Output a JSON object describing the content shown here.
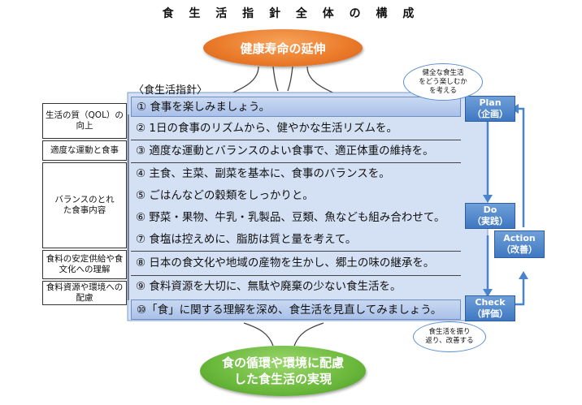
{
  "title": "食 生 活 指 針 全 体 の 構 成",
  "top_goal": "健康寿命の延伸",
  "bottom_goal": [
    "食の循環や環境に配慮",
    "した食生活の実現"
  ],
  "section_label": "〈食生活指針〉",
  "categories": [
    "生活の質（QOL）の向上",
    "適度な運動と食事",
    "バランスのとれた食事内容",
    "食料の安定供給や食文化への理解",
    "食料資源や環境への配慮"
  ],
  "guidelines": [
    "① 食事を楽しみましょう。",
    "② 1日の食事のリズムから、健やかな生活リズムを。",
    "③ 適度な運動とバランスのよい食事で、適正体重の維持を。",
    "④ 主食、主菜、副菜を基本に、食事のバランスを。",
    "⑤ ごはんなどの穀類をしっかりと。",
    "⑥ 野菜・果物、牛乳・乳製品、豆類、魚なども組み合わせて。",
    "⑦ 食塩は控えめに、脂肪は質と量を考えて。",
    "⑧ 日本の食文化や地域の産物を生かし、郷土の味の継承を。",
    "⑨ 食料資源を大切に、無駄や廃棄の少ない食生活を。",
    "⑩「食」に関する理解を深め、食生活を見直してみましょう。"
  ],
  "cycle": {
    "plan": {
      "en": "Plan",
      "ja": "（企画）"
    },
    "do": {
      "en": "Do",
      "ja": "（実践）"
    },
    "check": {
      "en": "Check",
      "ja": "（評価）"
    },
    "action": {
      "en": "Action",
      "ja": "（改善）"
    }
  },
  "bubble_top": [
    "健全な食生活",
    "をどう楽しむか",
    "を考える"
  ],
  "bubble_bottom": [
    "食生活を振り",
    "返り、改善する"
  ],
  "colors": {
    "orange": "#ea7a2a",
    "green": "#6ab83c",
    "blue": "#3f78c2",
    "highlight": "#b4c8ec"
  }
}
